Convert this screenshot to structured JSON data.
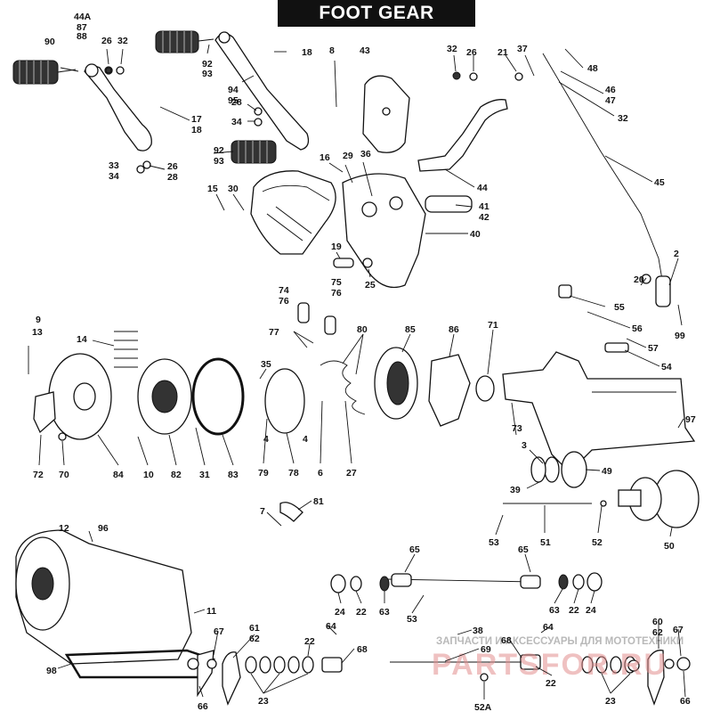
{
  "title": "FOOT GEAR SHIFTER",
  "watermark": {
    "line1": "ЗАПЧАСТИ И АКСЕССУАРЫ ДЛЯ МОТОТЕХНИКИ",
    "line2": "PARTSFOR.RU"
  },
  "labels": {
    "l44A": "44A",
    "l87": "87",
    "l88": "88",
    "l90": "90",
    "l26a": "26",
    "l32a": "32",
    "l92a": "92",
    "l93a": "93",
    "l94": "94",
    "l95": "95",
    "l18a": "18",
    "l8": "8",
    "l43": "43",
    "l32b": "32",
    "l26b": "26",
    "l21": "21",
    "l37": "37",
    "l48": "48",
    "l46": "46",
    "l47": "47",
    "l32c": "32",
    "l17": "17",
    "l18b": "18",
    "l28a": "28",
    "l34a": "34",
    "l92b": "92",
    "l93b": "93",
    "l33": "33",
    "l34b": "34",
    "l26c": "26",
    "l28b": "28",
    "l16": "16",
    "l29": "29",
    "l36": "36",
    "l44": "44",
    "l45": "45",
    "l15": "15",
    "l30": "30",
    "l41": "41",
    "l42": "42",
    "l40": "40",
    "l19": "19",
    "l25a": "25",
    "l2": "2",
    "l20": "20",
    "l99": "99",
    "l74": "74",
    "l76a": "76",
    "l75": "75",
    "l76b": "76",
    "l55": "55",
    "l56": "56",
    "l57": "57",
    "l54": "54",
    "l9": "9",
    "l13": "13",
    "l14": "14",
    "l77": "77",
    "l80": "80",
    "l85": "85",
    "l86": "86",
    "l71": "71",
    "l35": "35",
    "l97": "97",
    "l72": "72",
    "l70": "70",
    "l84": "84",
    "l10": "10",
    "l82": "82",
    "l31": "31",
    "l83": "83",
    "l79": "79",
    "l78": "78",
    "l6": "6",
    "l27": "27",
    "l4a": "4",
    "l4b": "4",
    "l73": "73",
    "l3": "3",
    "l49": "49",
    "l39": "39",
    "l81": "81",
    "l7": "7",
    "l53a": "53",
    "l51": "51",
    "l52": "52",
    "l50": "50",
    "l12": "12",
    "l96": "96",
    "l65a": "65",
    "l65b": "65",
    "l24a": "24",
    "l22a": "22",
    "l63a": "63",
    "l63b": "63",
    "l22b": "22",
    "l24b": "24",
    "l53b": "53",
    "l11": "11",
    "l64a": "64",
    "l64b": "64",
    "l38": "38",
    "l60": "60",
    "l67a": "67",
    "l67b": "67",
    "l61": "61",
    "l62a": "62",
    "l62b": "62",
    "l68a": "68",
    "l68b": "68",
    "l69": "69",
    "l22c": "22",
    "l22d": "22",
    "l98": "98",
    "l66a": "66",
    "l66b": "66",
    "l23a": "23",
    "l23b": "23",
    "l52A": "52A"
  }
}
